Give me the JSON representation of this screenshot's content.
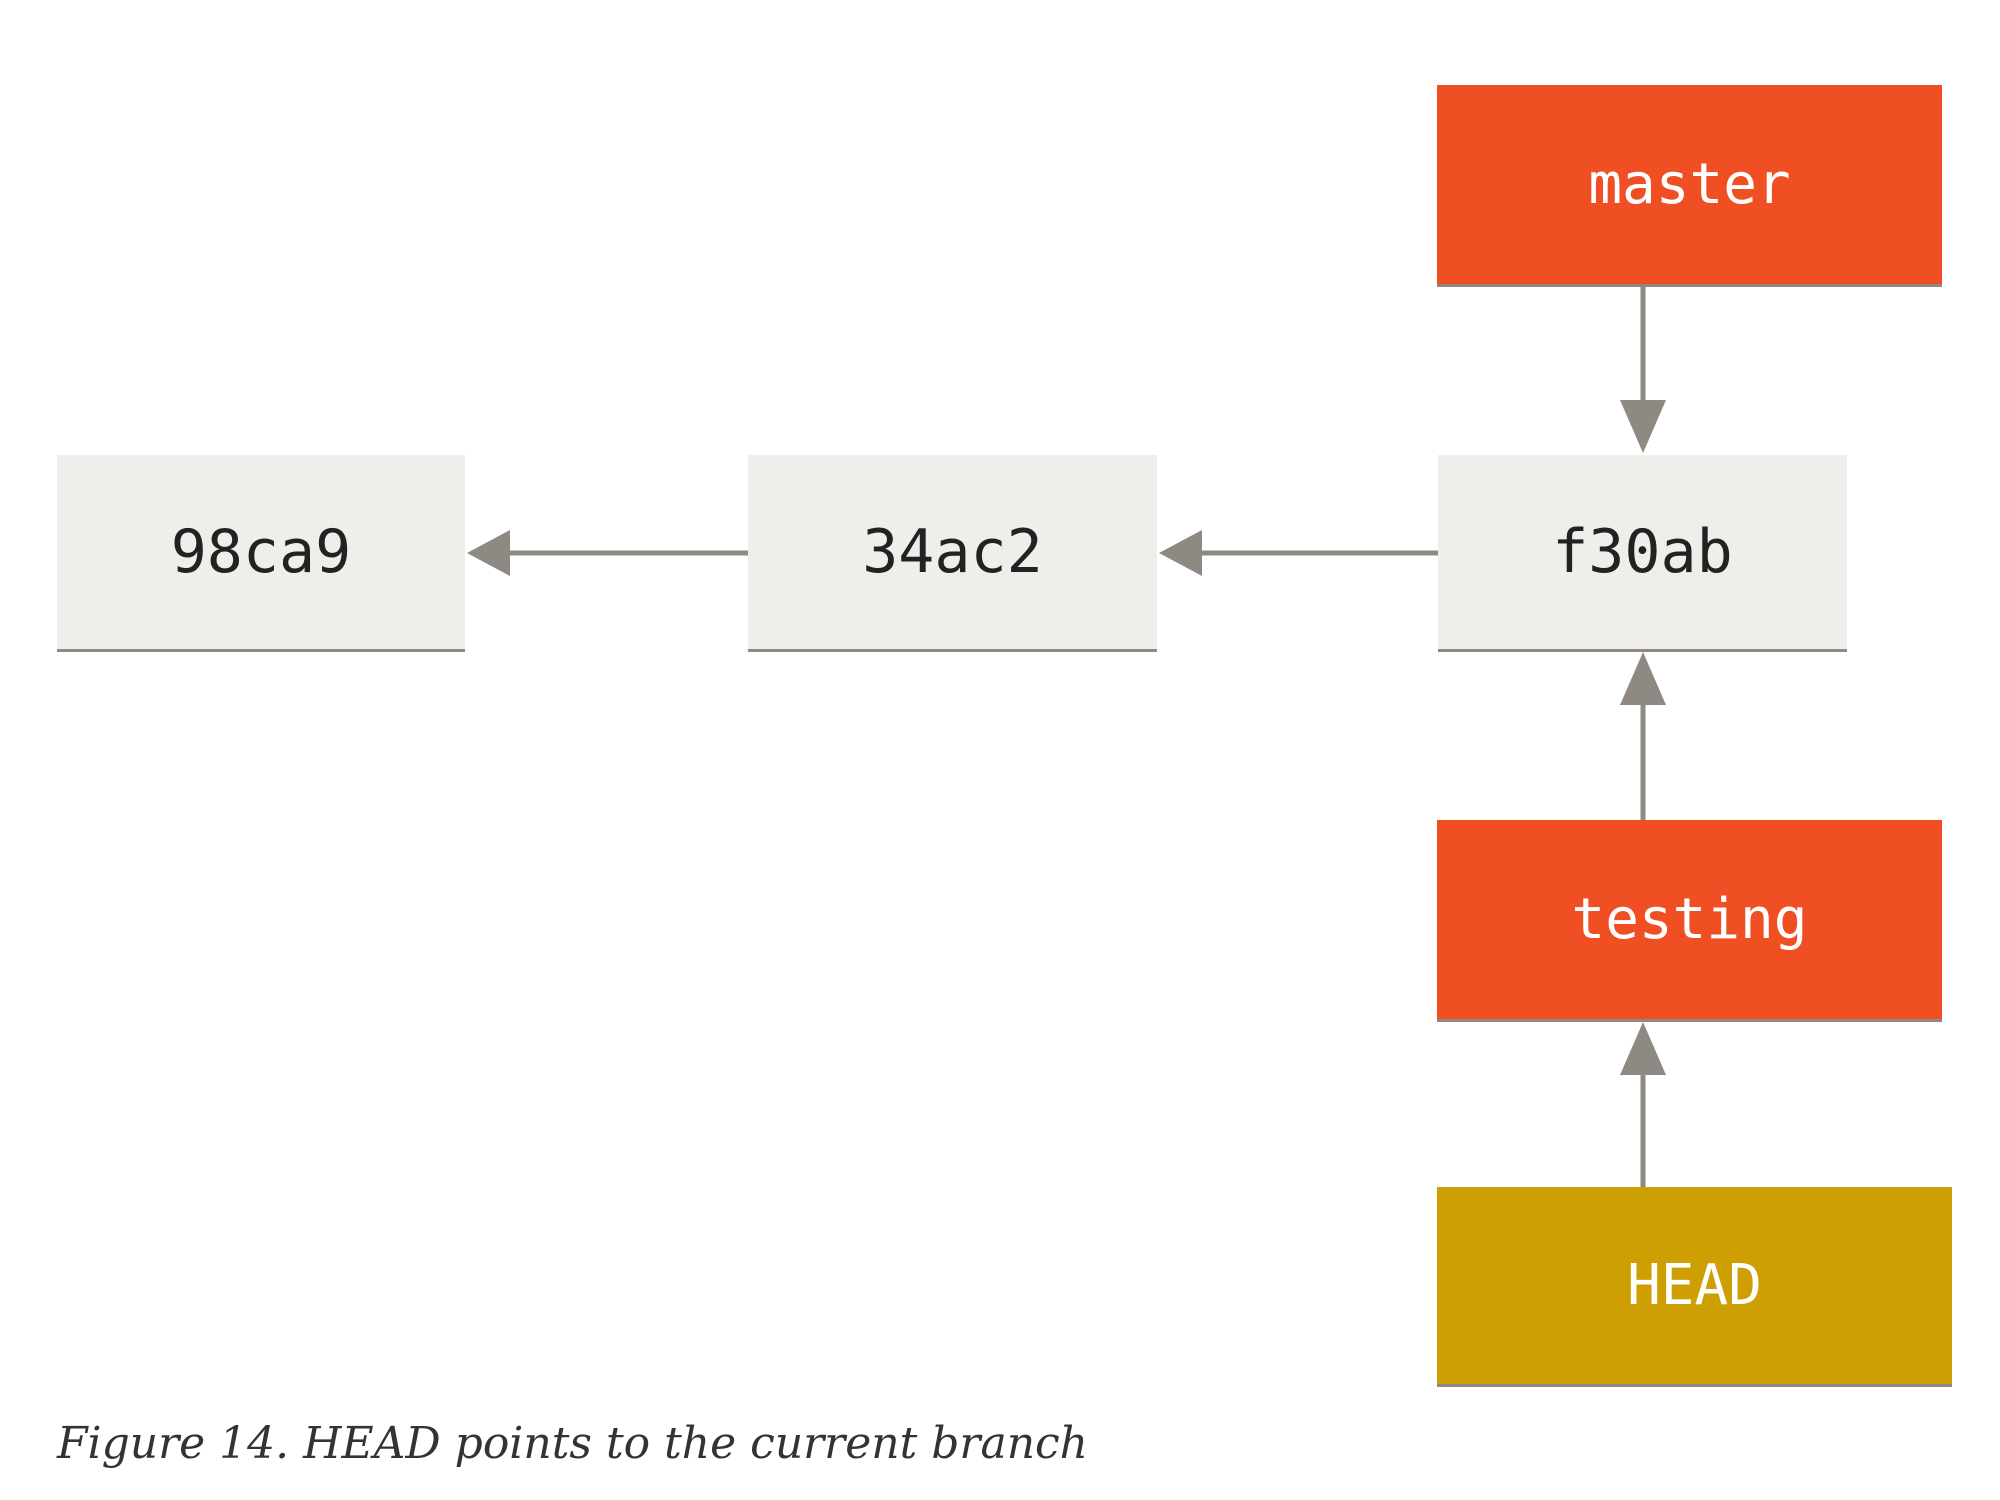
{
  "commits": [
    {
      "id": "98ca9"
    },
    {
      "id": "34ac2"
    },
    {
      "id": "f30ab"
    }
  ],
  "branches": {
    "master": "master",
    "testing": "testing",
    "head": "HEAD"
  },
  "colors": {
    "commit_fill": "#efeeea",
    "branch_fill": "#f04e23",
    "head_fill": "#cd9f03",
    "arrow": "#8e8a83"
  },
  "caption": "Figure 14. HEAD points to the current branch"
}
